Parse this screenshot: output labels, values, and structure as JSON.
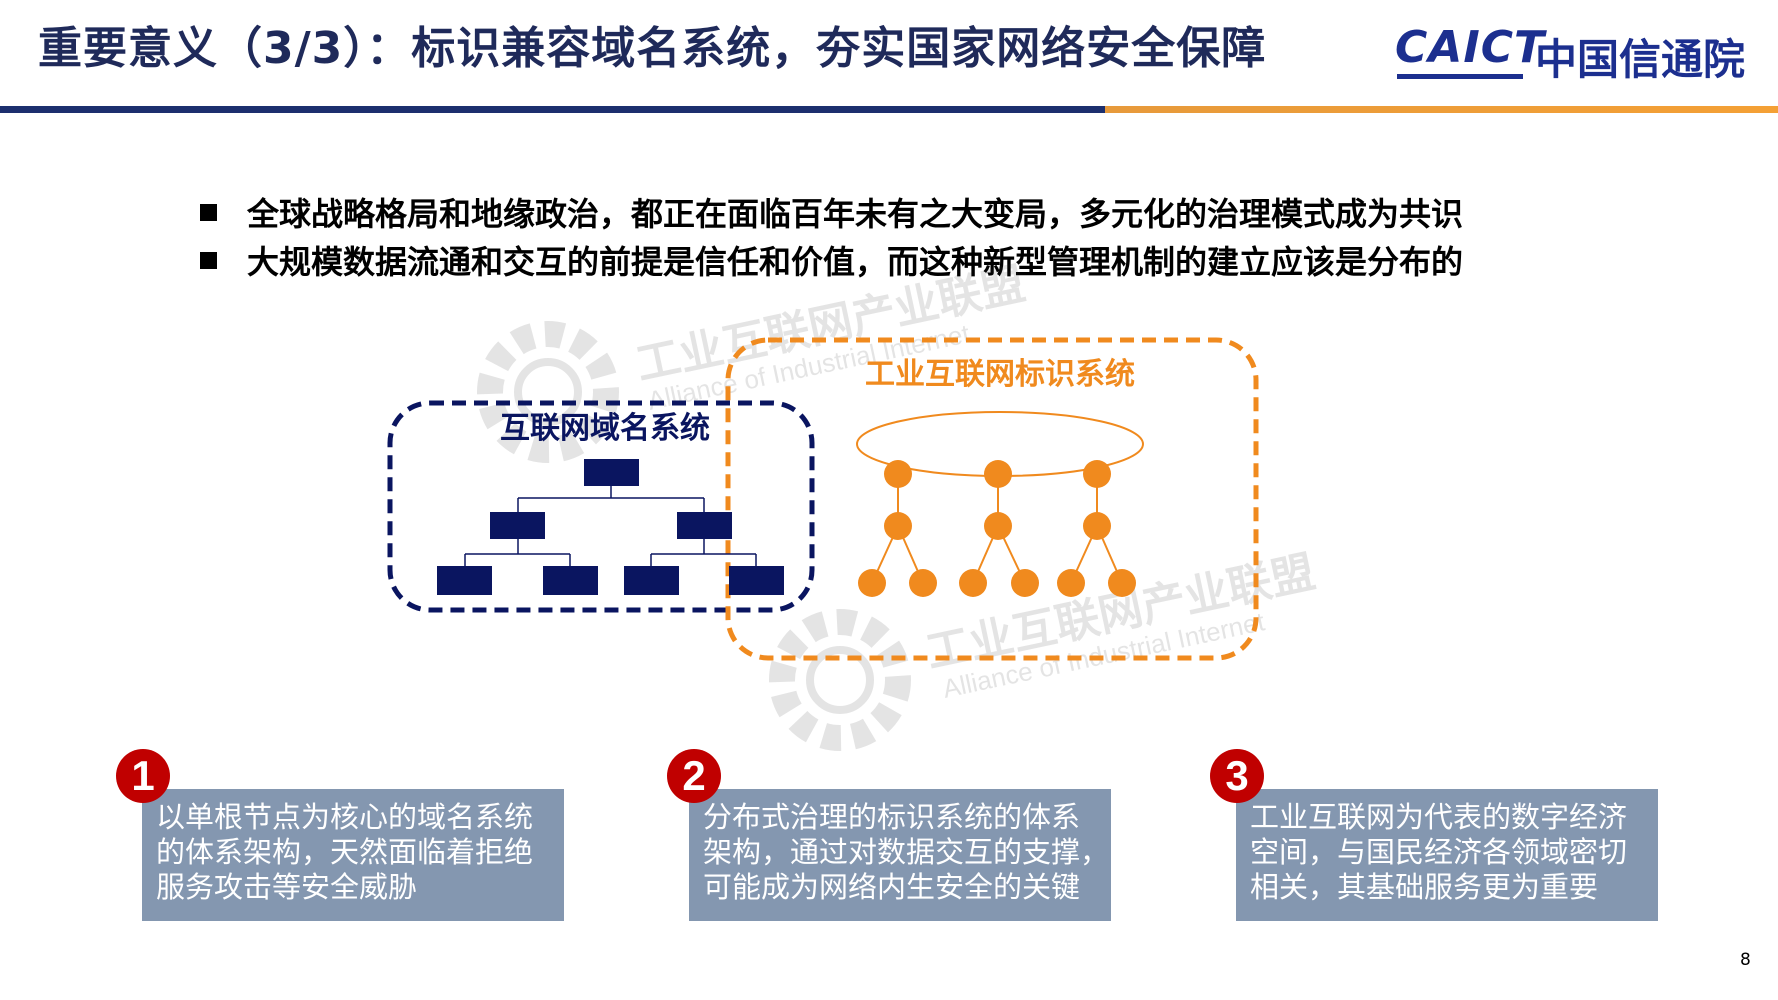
{
  "header": {
    "title": "重要意义（3/3）：标识兼容域名系统，夯实国家网络安全保障",
    "logo_en": "CAICT",
    "logo_cn": "中国信通院"
  },
  "bullets": [
    "全球战略格局和地缘政治，都正在面临百年未有之大变局，多元化的治理模式成为共识",
    "大规模数据流通和交互的前提是信任和价值，而这种新型管理机制的建立应该是分布的"
  ],
  "diagram": {
    "dns_label": "互联网域名系统",
    "iid_label": "工业互联网标识系统",
    "watermark_cn": "工业互联网产业联盟",
    "watermark_en": "Alliance of Industrial Internet"
  },
  "points": [
    {
      "num": "1",
      "lines": [
        "以单根节点为核心的域名系统",
        "的体系架构，天然面临着拒绝",
        "服务攻击等安全威胁"
      ]
    },
    {
      "num": "2",
      "lines": [
        "分布式治理的标识系统的体系",
        "架构，通过对数据交互的支撑，",
        "可能成为网络内生安全的关键"
      ]
    },
    {
      "num": "3",
      "lines": [
        "工业互联网为代表的数字经济",
        "空间，与国民经济各领域密切",
        "相关，其基础服务更为重要"
      ]
    }
  ],
  "page_number": "8",
  "colors": {
    "navy": "#0a1560",
    "orange": "#f08a1e",
    "card": "#8497b0",
    "badge": "#c00000"
  }
}
